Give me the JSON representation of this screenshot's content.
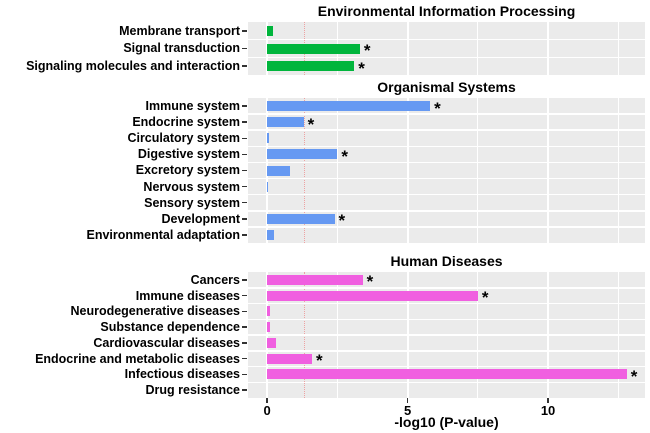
{
  "chart_data": {
    "type": "bar",
    "orientation": "horizontal",
    "xlabel": "-log10 (P-value)",
    "x_ticks": [
      0,
      5,
      10
    ],
    "x_tick_labels": [
      "0",
      "5",
      "10"
    ],
    "x_minor_ticks": [
      2.5,
      7.5,
      12.5
    ],
    "x_domain": [
      -0.68,
      13.45
    ],
    "significance_threshold_x": 1.3,
    "significance_marker": "*",
    "panel_bg_color": "#EBEBEB",
    "grid_color": "#FFFFFF",
    "threshold_line_color": "#EE6666",
    "facets": [
      {
        "title": "Environmental Information Processing",
        "bar_color": "#00B53C",
        "bars": [
          {
            "label": "Membrane transport",
            "value": 0.2,
            "significant": false
          },
          {
            "label": "Signal transduction",
            "value": 3.3,
            "significant": true
          },
          {
            "label": "Signaling molecules and interaction",
            "value": 3.1,
            "significant": true
          }
        ]
      },
      {
        "title": "Organismal Systems",
        "bar_color": "#6699F2",
        "bars": [
          {
            "label": "Immune system",
            "value": 5.8,
            "significant": true
          },
          {
            "label": "Endocrine system",
            "value": 1.3,
            "significant": true
          },
          {
            "label": "Circulatory system",
            "value": 0.07,
            "significant": false
          },
          {
            "label": "Digestive system",
            "value": 2.5,
            "significant": true
          },
          {
            "label": "Excretory system",
            "value": 0.8,
            "significant": false
          },
          {
            "label": "Nervous system",
            "value": 0.03,
            "significant": false
          },
          {
            "label": "Sensory system",
            "value": 0,
            "significant": false
          },
          {
            "label": "Development",
            "value": 2.4,
            "significant": true
          },
          {
            "label": "Environmental adaptation",
            "value": 0.25,
            "significant": false
          }
        ]
      },
      {
        "title": "Human Diseases",
        "bar_color": "#F05FE0",
        "bars": [
          {
            "label": "Cancers",
            "value": 3.4,
            "significant": true
          },
          {
            "label": "Immune diseases",
            "value": 7.5,
            "significant": true
          },
          {
            "label": "Neurodegenerative diseases",
            "value": 0.1,
            "significant": false
          },
          {
            "label": "Substance dependence",
            "value": 0.1,
            "significant": false
          },
          {
            "label": "Cardiovascular diseases",
            "value": 0.3,
            "significant": false
          },
          {
            "label": "Endocrine and metabolic diseases",
            "value": 1.6,
            "significant": true
          },
          {
            "label": "Infectious diseases",
            "value": 12.8,
            "significant": true
          },
          {
            "label": "Drug resistance",
            "value": 0,
            "significant": false
          }
        ]
      }
    ]
  }
}
